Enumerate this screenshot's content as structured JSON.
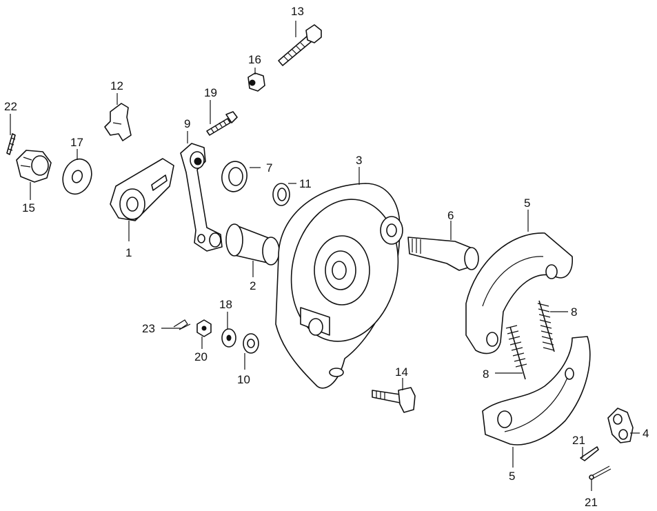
{
  "diagram": {
    "callouts": [
      {
        "id": "c1",
        "text": "1"
      },
      {
        "id": "c2",
        "text": "2"
      },
      {
        "id": "c3",
        "text": "3"
      },
      {
        "id": "c4",
        "text": "4"
      },
      {
        "id": "c5a",
        "text": "5"
      },
      {
        "id": "c5b",
        "text": "5"
      },
      {
        "id": "c6",
        "text": "6"
      },
      {
        "id": "c7",
        "text": "7"
      },
      {
        "id": "c8a",
        "text": "8"
      },
      {
        "id": "c8b",
        "text": "8"
      },
      {
        "id": "c9",
        "text": "9"
      },
      {
        "id": "c10",
        "text": "10"
      },
      {
        "id": "c11",
        "text": "11"
      },
      {
        "id": "c12",
        "text": "12"
      },
      {
        "id": "c13",
        "text": "13"
      },
      {
        "id": "c14",
        "text": "14"
      },
      {
        "id": "c15",
        "text": "15"
      },
      {
        "id": "c16",
        "text": "16"
      },
      {
        "id": "c17",
        "text": "17"
      },
      {
        "id": "c18",
        "text": "18"
      },
      {
        "id": "c19",
        "text": "19"
      },
      {
        "id": "c20",
        "text": "20"
      },
      {
        "id": "c21a",
        "text": "21"
      },
      {
        "id": "c21b",
        "text": "21"
      },
      {
        "id": "c22",
        "text": "22"
      },
      {
        "id": "c23",
        "text": "23"
      }
    ]
  }
}
